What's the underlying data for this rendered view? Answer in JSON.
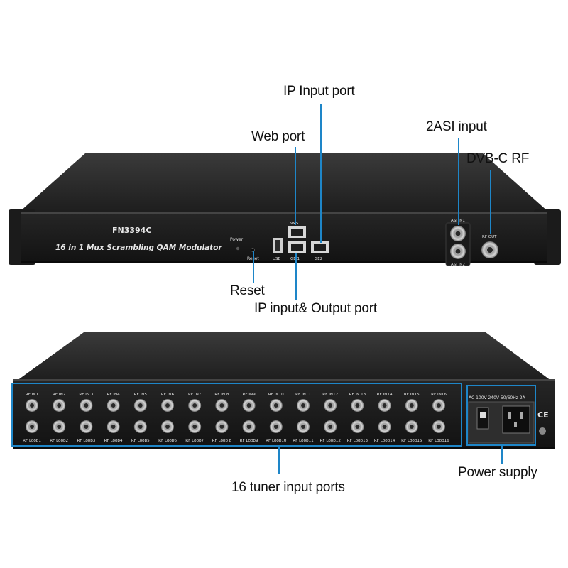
{
  "callouts": {
    "ip_input_port": "IP Input port",
    "web_port": "Web port",
    "asi_input": "2ASI input",
    "dvbc_rf": "DVB-C RF",
    "reset": "Reset",
    "ip_io_port": "IP input& Output port",
    "tuner_ports": "16 tuner input ports",
    "power_supply": "Power supply"
  },
  "front_panel": {
    "model": "FN3394C",
    "product_name": "16 in 1 Mux Scrambling QAM Modulator",
    "power_label": "Power",
    "reset_label": "Reset",
    "usb_label": "USB",
    "nms_label": "NMS",
    "ge1_label": "GE 1",
    "ge2_label": "GE2",
    "asi1_label": "ASI IN1",
    "asi2_label": "ASI IN2",
    "rfout_label": "RF OUT"
  },
  "rear_panel": {
    "rf_in_labels": [
      "RF IN1",
      "RF IN2",
      "RF IN 3",
      "RF IN4",
      "RF IN5",
      "RF IN6",
      "RF IN7",
      "RF IN 8",
      "RF IN9",
      "RF IN10",
      "RF IN11",
      "RF IN12",
      "RF IN 13",
      "RF IN14",
      "RF IN15",
      "RF IN16"
    ],
    "rf_loop_labels": [
      "RF Loop1",
      "RF Loop2",
      "RF Loop3",
      "RF Loop4",
      "RF Loop5",
      "RF Loop6",
      "RF Loop7",
      "RF Loop 8",
      "RF Loop9",
      "RF Loop10",
      "RF Loop11",
      "RF Loop12",
      "RF Loop13",
      "RF Loop14",
      "RF Loop15",
      "RF Loop16"
    ],
    "power_spec": "AC 100V-240V 50/60Hz 2A",
    "ce_mark": "CE"
  },
  "colors": {
    "accent": "#1e86c8",
    "chassis": "#2b2b2b",
    "panel": "#161616"
  }
}
